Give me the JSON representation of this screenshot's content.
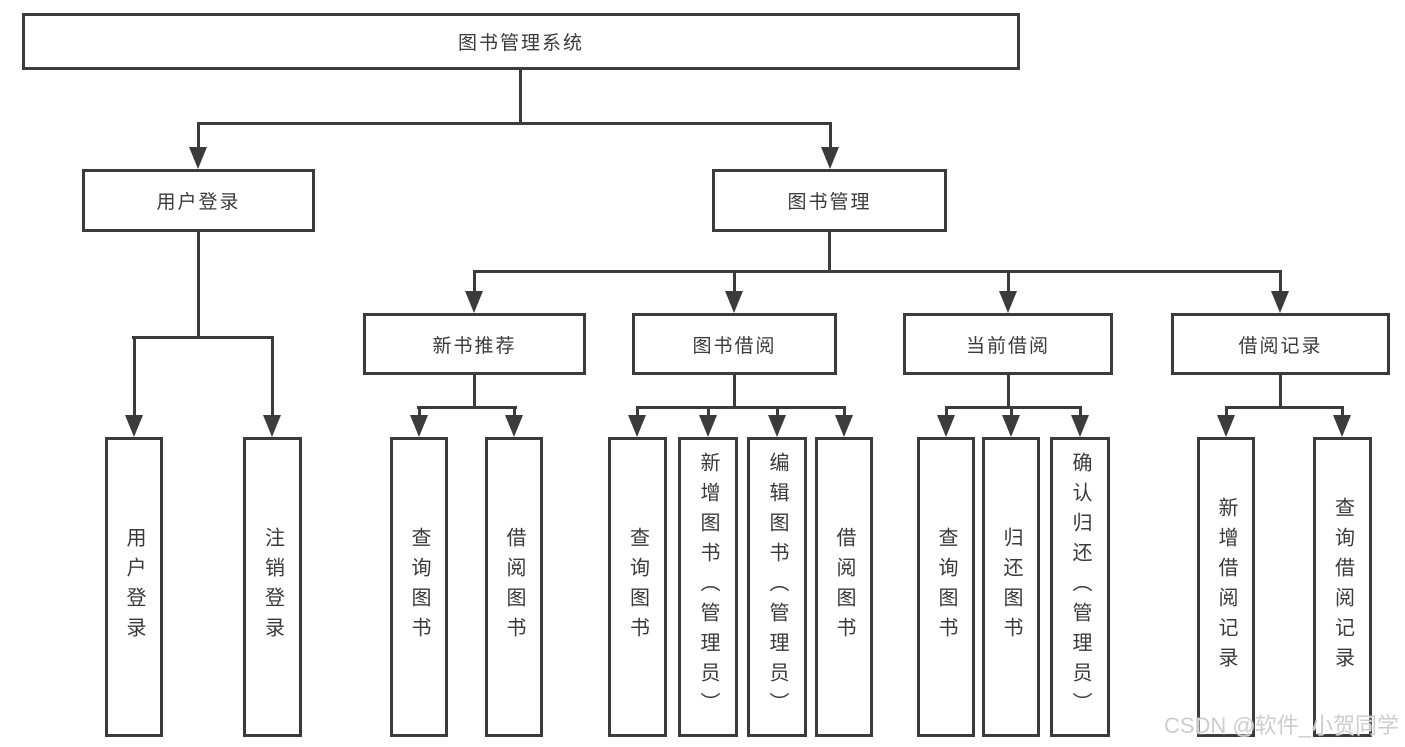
{
  "diagram": {
    "root": "图书管理系统",
    "branches": [
      {
        "label": "用户登录",
        "children": [
          {
            "label": "用户登录"
          },
          {
            "label": "注销登录"
          }
        ]
      },
      {
        "label": "图书管理",
        "children": [
          {
            "label": "新书推荐",
            "children": [
              {
                "label": "查询图书"
              },
              {
                "label": "借阅图书"
              }
            ]
          },
          {
            "label": "图书借阅",
            "children": [
              {
                "label": "查询图书"
              },
              {
                "label": "新增图书（管理员）"
              },
              {
                "label": "编辑图书（管理员）"
              },
              {
                "label": "借阅图书"
              }
            ]
          },
          {
            "label": "当前借阅",
            "children": [
              {
                "label": "查询图书"
              },
              {
                "label": "归还图书"
              },
              {
                "label": "确认归还（管理员）"
              }
            ]
          },
          {
            "label": "借阅记录",
            "children": [
              {
                "label": "新增借阅记录"
              },
              {
                "label": "查询借阅记录"
              }
            ]
          }
        ]
      }
    ]
  },
  "watermark": {
    "text": "CSDN @软件_小贺同学"
  }
}
